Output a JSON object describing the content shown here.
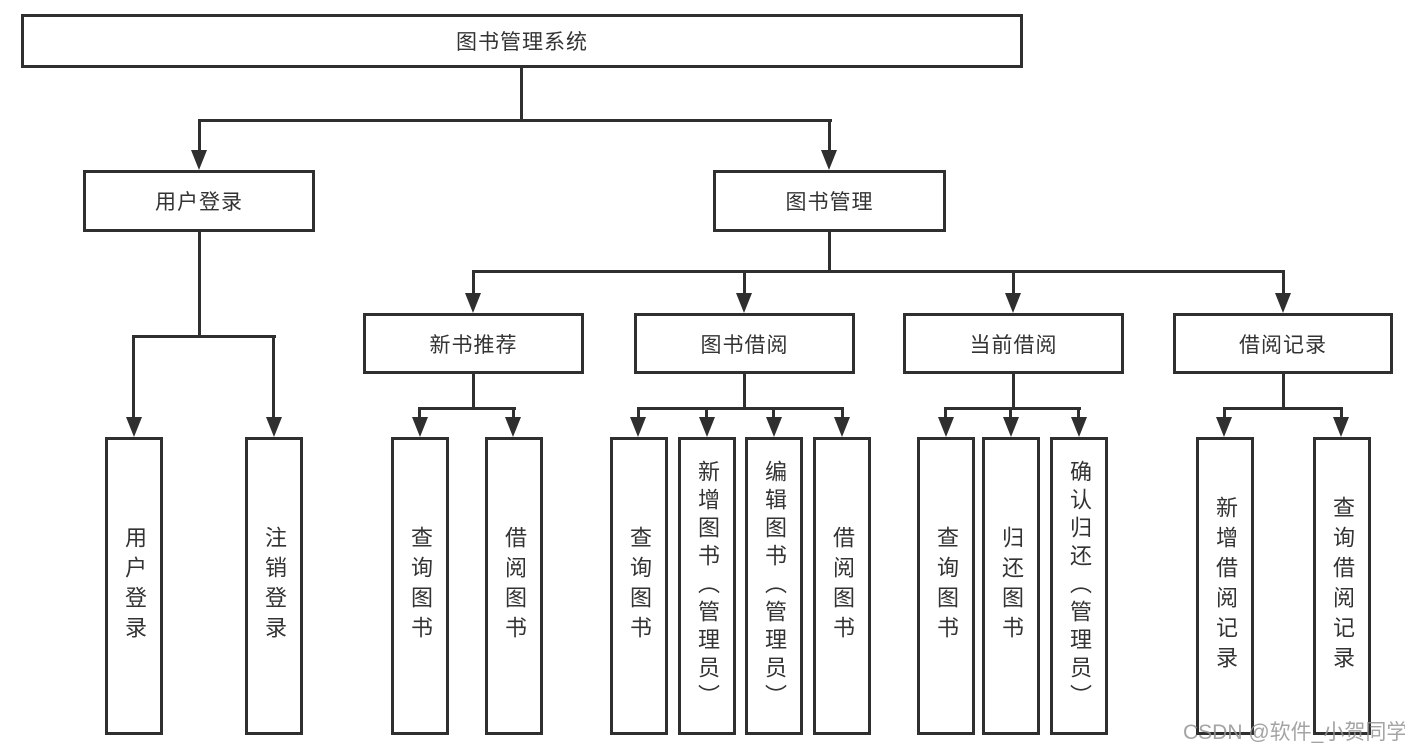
{
  "diagram": {
    "type": "tree",
    "root": {
      "label": "图书管理系统"
    },
    "level2": {
      "user_login": {
        "label": "用户登录"
      },
      "book_mgmt": {
        "label": "图书管理"
      }
    },
    "level3": {
      "new_book_rec": {
        "label": "新书推荐"
      },
      "book_borrow": {
        "label": "图书借阅"
      },
      "current_borrow": {
        "label": "当前借阅"
      },
      "borrow_record": {
        "label": "借阅记录"
      }
    },
    "leaves": {
      "login_user_login": {
        "label": "用户登录"
      },
      "login_logout": {
        "label": "注销登录"
      },
      "rec_query_book": {
        "label": "查询图书"
      },
      "rec_borrow_book": {
        "label": "借阅图书"
      },
      "borrow_query_book": {
        "label": "查询图书"
      },
      "borrow_add_book": {
        "label": "新增图书（管理员）"
      },
      "borrow_edit_book": {
        "label": "编辑图书（管理员）"
      },
      "borrow_borrow_book": {
        "label": "借阅图书"
      },
      "cur_query_book": {
        "label": "查询图书"
      },
      "cur_return_book": {
        "label": "归还图书"
      },
      "cur_confirm_return": {
        "label": "确认归还（管理员）"
      },
      "record_add": {
        "label": "新增借阅记录"
      },
      "record_query": {
        "label": "查询借阅记录"
      }
    },
    "watermark": "CSDN @软件_小贺同学",
    "colors": {
      "line": "#2f2f2f",
      "text": "#333333",
      "watermark": "#949494",
      "background": "#ffffff"
    }
  }
}
